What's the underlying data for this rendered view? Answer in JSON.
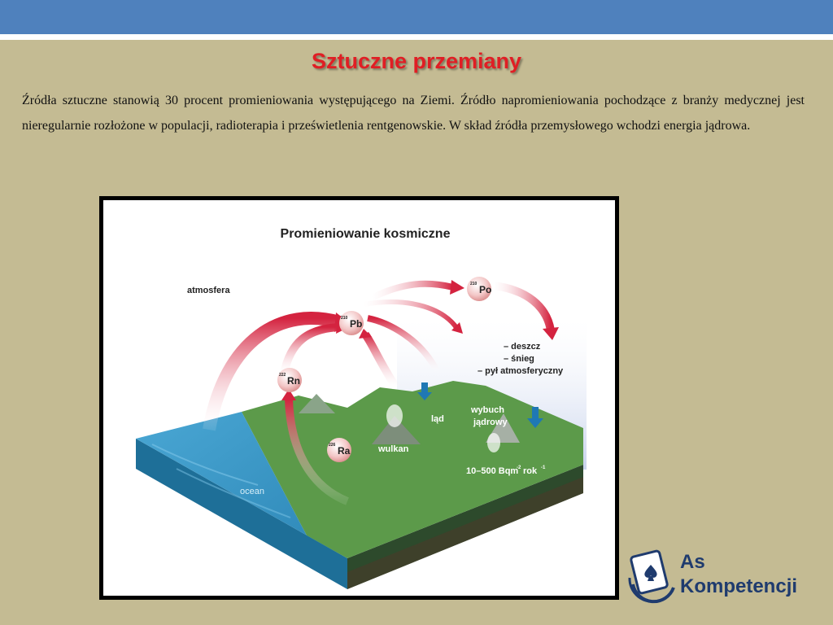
{
  "slide": {
    "title": "Sztuczne przemiany",
    "paragraph": "Źródła sztuczne stanowią 30 procent promieniowania występującego na Ziemi. Źródło napromieniowania pochodzące z branży medycznej jest nieregularnie rozłożone w populacji, radioterapia i prześwietlenia rentgenowskie. W skład źródła przemysłowego wchodzi energia jądrowa."
  },
  "figure": {
    "title": "Promieniowanie kosmiczne",
    "atmosphere": "atmosfera",
    "isotopes": {
      "po": {
        "mass": "210",
        "symbol": "Po"
      },
      "pb": {
        "mass": "210",
        "symbol": "Pb"
      },
      "rn": {
        "mass": "222",
        "symbol": "Rn"
      },
      "ra": {
        "mass": "226",
        "symbol": "Ra"
      }
    },
    "precipitation": [
      "– deszcz",
      "– śnieg",
      "– pył atmosferyczny"
    ],
    "land": "ląd",
    "explosion": [
      "wybuch",
      "jądrowy"
    ],
    "volcano": "wulkan",
    "ocean": "ocean",
    "deposition": {
      "value": "10–500 Bqm",
      "exp1": "-2",
      "unit": "rok",
      "exp2": "-1"
    }
  },
  "logo": {
    "line1": "As",
    "line2": "Kompetencji"
  },
  "colors": {
    "topbar": "#4f81bd",
    "background": "#c4bb93",
    "title": "#e01e24",
    "arrow": "#d4233f",
    "ocean": "#2f8fc0",
    "land": "#5c9a4a",
    "logo": "#1f3b6e"
  }
}
